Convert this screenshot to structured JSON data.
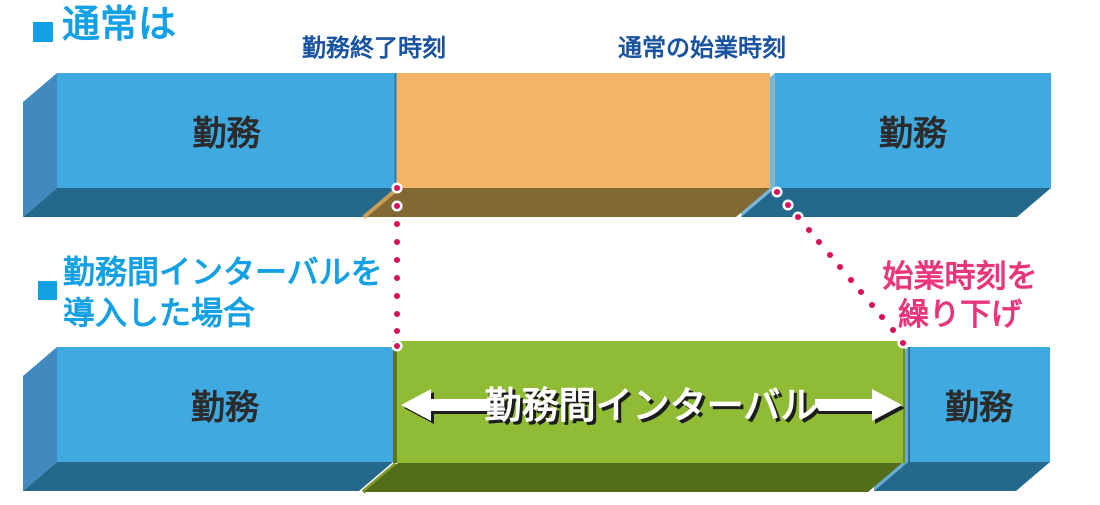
{
  "headings": {
    "normal_case": "通常は",
    "interval_case_line1": "勤務間インターバルを",
    "interval_case_line2": "導入した場合"
  },
  "time_labels": {
    "work_end": "勤務終了時刻",
    "normal_start": "通常の始業時刻"
  },
  "postpone_note": {
    "line1": "始業時刻を",
    "line2": "繰り下げ"
  },
  "top_bar": {
    "left_work": "勤務",
    "right_work": "勤務"
  },
  "bottom_bar": {
    "left_work": "勤務",
    "right_work": "勤務",
    "interval": "勤務間インターバル"
  },
  "colors": {
    "heading_blue": "#14a0e4",
    "time_label_blue": "#1a53a0",
    "work_blue_face": "#3fa9e0",
    "work_blue_side": "#4289bd",
    "work_blue_bottom": "#24688c",
    "work_blue_sliver": "#79b6d8",
    "gap_orange_face": "#f2b568",
    "gap_orange_bottom": "#826832",
    "gap_orange_sliver": "#c99c57",
    "interval_green_face": "#8fbc34",
    "interval_green_bottom": "#536d1a",
    "interval_green_edge": "#5a7520",
    "interval_green_sliver": "#7d9a2a",
    "dot_crimson": "#d9115c",
    "postpone_pink": "#e8357c",
    "work_text": "#2b2b2b",
    "arrow_white": "#ffffff",
    "arrow_shadow": "#1d1d1d"
  }
}
